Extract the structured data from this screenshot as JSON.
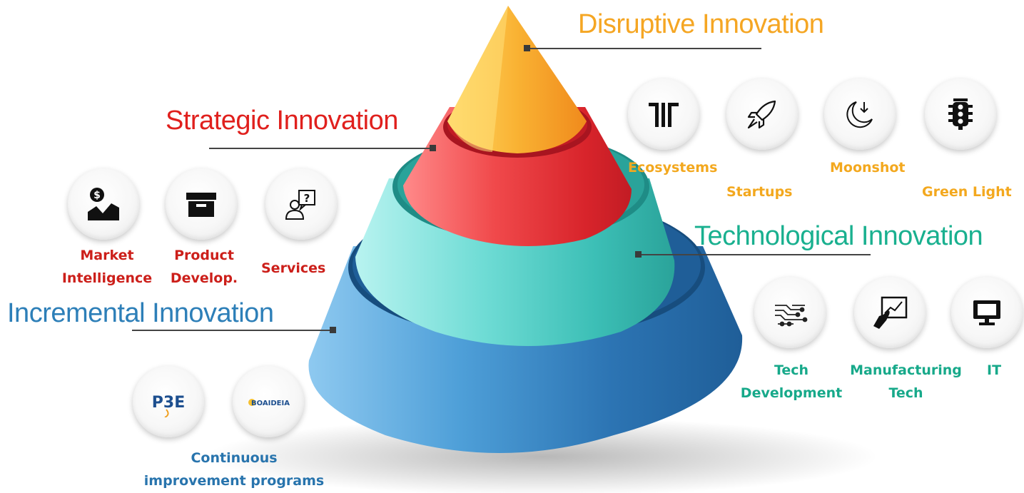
{
  "colors": {
    "disruptive": "#f5a623",
    "strategic": "#e0201d",
    "technological": "#19b08f",
    "incremental": "#2d7fb8",
    "caption_red": "#cc1f1a",
    "caption_orange": "#f3a81e",
    "caption_teal": "#17a98a",
    "caption_blue": "#2874ad"
  },
  "levels": {
    "disruptive": "Disruptive Innovation",
    "strategic": "Strategic Innovation",
    "technological": "Technological Innovation",
    "incremental": "Incremental Innovation"
  },
  "disruptive_items": [
    {
      "label": "Ecosystems",
      "icon": "ecosystems-icon"
    },
    {
      "label": "Startups",
      "icon": "rocket-icon"
    },
    {
      "label": "Moonshot",
      "icon": "moon-icon"
    },
    {
      "label": "Green Light",
      "icon": "traffic-light-icon"
    }
  ],
  "strategic_items": [
    {
      "line1": "Market",
      "line2": "Intelligence",
      "icon": "market-chart-icon"
    },
    {
      "line1": "Product",
      "line2": "Develop.",
      "icon": "box-icon"
    },
    {
      "line1": "Services",
      "icon": "support-question-icon"
    }
  ],
  "technological_items": [
    {
      "line1": "Tech",
      "line2": "Development",
      "icon": "circuit-icon"
    },
    {
      "line1": "Manufacturing",
      "line2": "Tech",
      "icon": "touch-chart-icon"
    },
    {
      "line1": "IT",
      "icon": "monitor-icon"
    }
  ],
  "incremental_items": {
    "logos": [
      {
        "text": "P3E",
        "icon": "p3e-logo"
      },
      {
        "text": "BOAIDEIA",
        "icon": "boaideia-logo"
      }
    ],
    "caption_line1": "Continuous",
    "caption_line2": "improvement programs"
  }
}
